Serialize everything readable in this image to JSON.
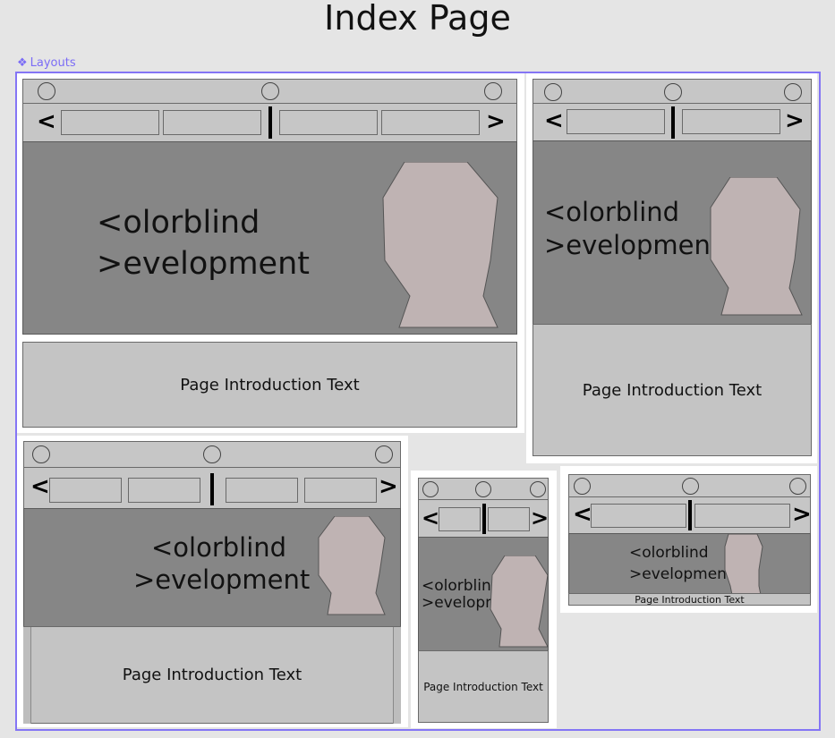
{
  "page": {
    "title": "Index Page"
  },
  "section": {
    "label": "Layouts",
    "label_glyph": "❖"
  },
  "layouts": {
    "desktop": {
      "arrow_left": "<",
      "arrow_right": ">",
      "hero_line1": "<olorblind",
      "hero_line2": ">evelopment",
      "intro_text": "Page Introduction Text"
    },
    "tablet_portrait": {
      "arrow_left": "<",
      "arrow_right": ">",
      "hero_line1": "<olorblind",
      "hero_line2": ">evelopment",
      "intro_text": "Page Introduction Text"
    },
    "tablet": {
      "arrow_left": "<",
      "arrow_right": ">",
      "hero_line1": "<olorblind",
      "hero_line2": ">evelopment",
      "intro_text": "Page Introduction Text"
    },
    "mobile": {
      "arrow_left": "<",
      "arrow_right": ">",
      "hero_line1": "<olorblind",
      "hero_line2": ">evelopment",
      "intro_text": "Page Introduction Text"
    },
    "landscape": {
      "arrow_left": "<",
      "arrow_right": ">",
      "hero_line1": "<olorblind",
      "hero_line2": ">evelopment",
      "intro_text": "Page Introduction Text"
    }
  },
  "colors": {
    "frame_accent": "#8475f5",
    "bar_gray": "#c6c6c6",
    "hero_gray": "#868686",
    "figure_fill": "#bfb3b3"
  }
}
